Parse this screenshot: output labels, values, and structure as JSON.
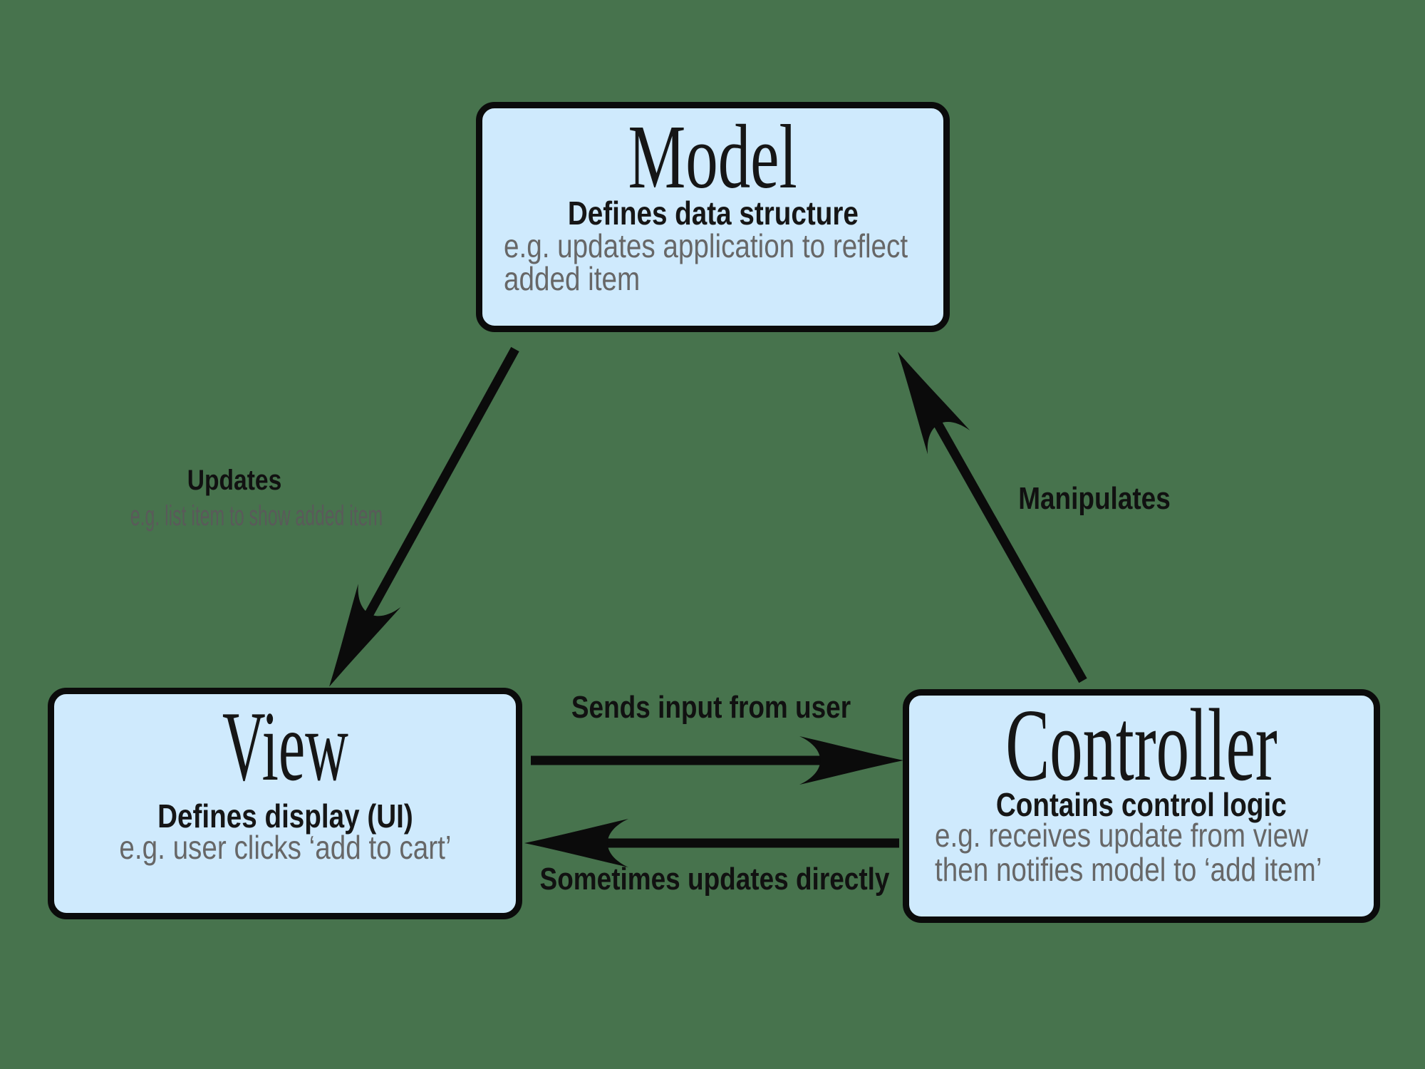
{
  "diagram_title": "Model-View-Controller architecture diagram",
  "colors": {
    "background": "#47734d",
    "box_fill": "#cfeafd",
    "box_border": "#0b0b0b",
    "text_primary": "#111111",
    "text_secondary": "#676767",
    "arrow": "#0b0b0b"
  },
  "boxes": {
    "model": {
      "title": "Model",
      "subtitle": "Defines data structure",
      "example_lines": [
        "e.g. updates application to reflect",
        "added item"
      ]
    },
    "view": {
      "title": "View",
      "subtitle": "Defines display (UI)",
      "example": "e.g. user clicks ‘add to cart’"
    },
    "controller": {
      "title": "Controller",
      "subtitle": "Contains control logic",
      "example_lines": [
        "e.g. receives update from view",
        "then notifies model to ‘add item’"
      ]
    }
  },
  "arrows": {
    "model_to_view": {
      "label": "Updates",
      "sublabel": "e.g. list item to show added item"
    },
    "controller_to_model": {
      "label": "Manipulates"
    },
    "view_to_controller": {
      "label": "Sends input from user"
    },
    "controller_to_view": {
      "label": "Sometimes updates directly"
    }
  }
}
